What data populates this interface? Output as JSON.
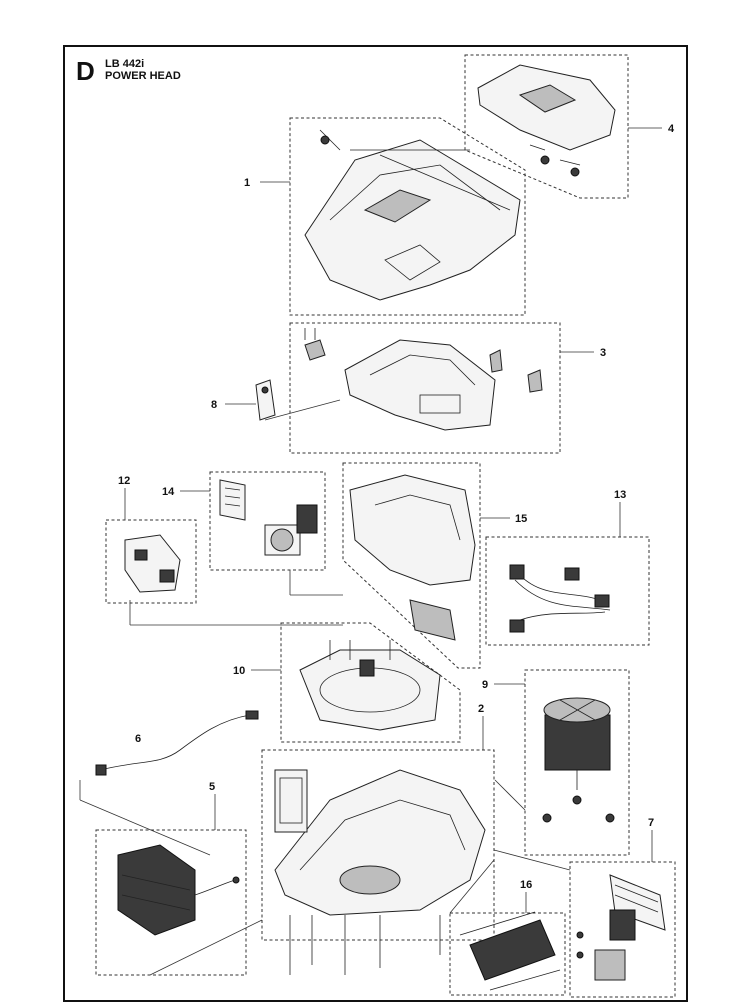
{
  "header": {
    "section_letter": "D",
    "model": "LB 442i",
    "title": "POWER HEAD"
  },
  "callouts": {
    "c1": "1",
    "c2": "2",
    "c3": "3",
    "c4": "4",
    "c5": "5",
    "c6": "6",
    "c7": "7",
    "c8": "8",
    "c9": "9",
    "c10": "10",
    "c12": "12",
    "c13": "13",
    "c14": "14",
    "c15": "15",
    "c16": "16"
  },
  "colors": {
    "line": "#222222",
    "part_fill": "#f4f4f4",
    "part_dark": "#3a3a3a"
  },
  "icons": {
    "screw": "screw-icon",
    "connector": "connector-icon"
  }
}
